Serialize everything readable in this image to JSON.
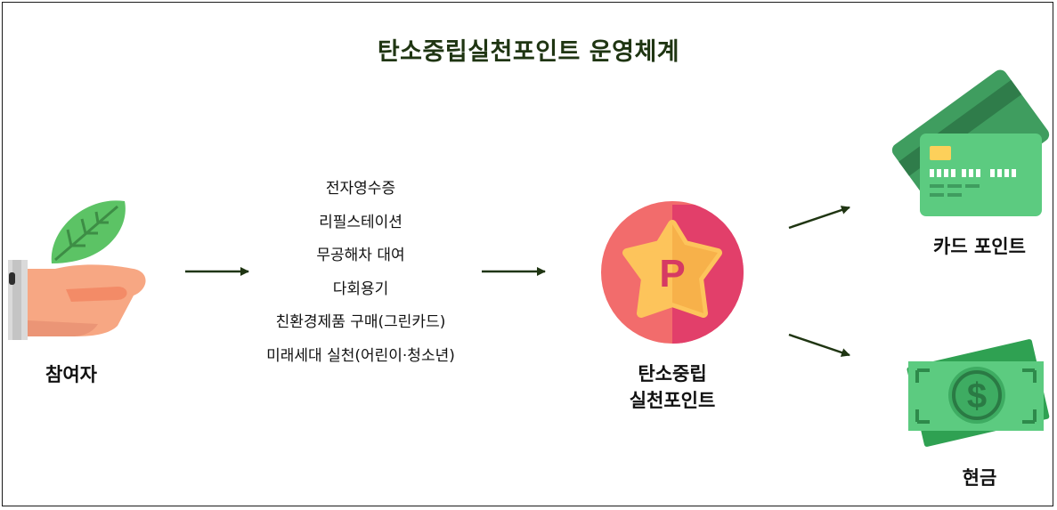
{
  "title": "탄소중립실천포인트 운영체계",
  "participant": {
    "label": "참여자",
    "icon": "hand-holding-leaf-icon"
  },
  "activities": [
    "전자영수증",
    "리필스테이션",
    "무공해차 대여",
    "다회용기",
    "친환경제품 구매(그린카드)",
    "미래세대 실천(어린이·청소년)"
  ],
  "points": {
    "label_line1": "탄소중립",
    "label_line2": "실천포인트",
    "icon": "point-star-icon",
    "badge": "P"
  },
  "rewards": [
    {
      "label": "카드 포인트",
      "icon": "credit-card-icon"
    },
    {
      "label": "현금",
      "icon": "cash-icon",
      "symbol": "$"
    }
  ],
  "colors": {
    "title": "#1f3512",
    "arrow": "#1f3512",
    "leaf": "#5cc365",
    "point_left": "#f26c6c",
    "point_right": "#e23f6a",
    "star": "#fdc45b",
    "card": "#53c37a",
    "cash": "#4fbc6a"
  }
}
